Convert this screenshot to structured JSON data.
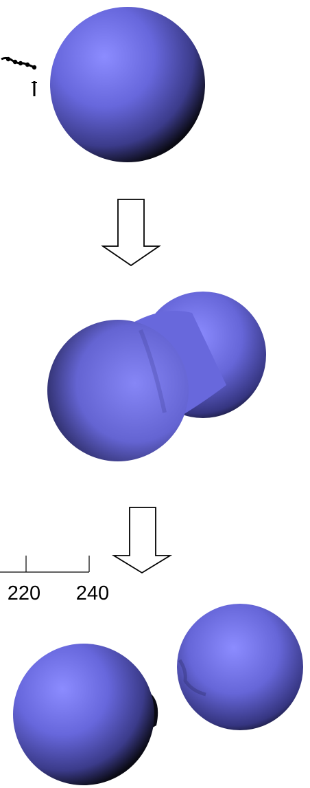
{
  "figure": {
    "stages": [
      {
        "name": "single-sphere",
        "shape": "sphere"
      },
      {
        "name": "fusing-spheres",
        "shape": "dumbbell"
      },
      {
        "name": "separated-spheres",
        "shape": "two-spheres"
      }
    ],
    "arrows": [
      {
        "from": "single-sphere",
        "to": "fusing-spheres",
        "style": "hollow-down"
      },
      {
        "from": "fusing-spheres",
        "to": "separated-spheres",
        "style": "hollow-down"
      }
    ],
    "axis_fragment": {
      "tick_labels": [
        "220",
        "240"
      ]
    },
    "colors": {
      "sphere_highlight": "#8c8cff",
      "sphere_mid": "#6464d2",
      "sphere_shadow": "#0a0a14",
      "arrow_stroke": "#000000",
      "background": "#ffffff"
    }
  }
}
